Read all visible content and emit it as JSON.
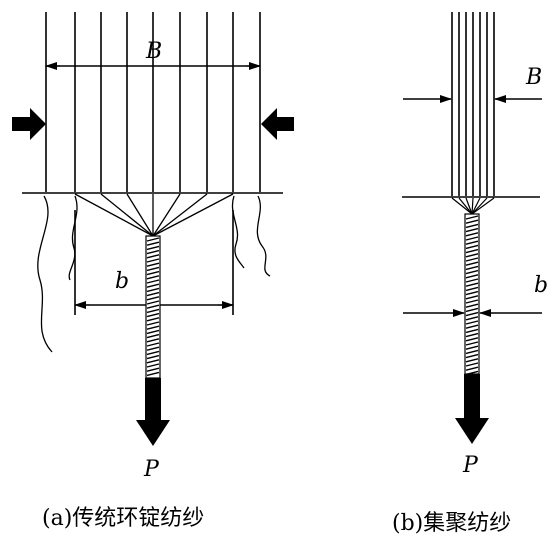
{
  "panel_a": {
    "label_B": "B",
    "label_b": "b",
    "label_P": "P",
    "caption": "(a)传统环锭纺纱"
  },
  "panel_b": {
    "label_B": "B",
    "label_b": "b",
    "label_P": "P",
    "caption": "(b)集聚纺纱"
  }
}
